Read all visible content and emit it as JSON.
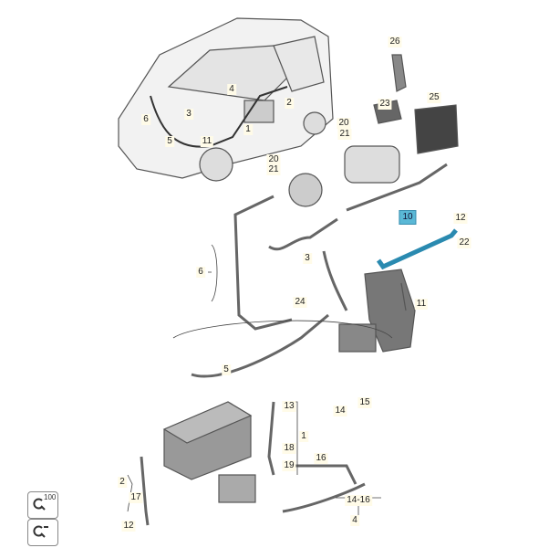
{
  "diagram": {
    "selected_label": "10",
    "labels": [
      {
        "id": "l26",
        "text": "26"
      },
      {
        "id": "l2a",
        "text": "2"
      },
      {
        "id": "l4a",
        "text": "4"
      },
      {
        "id": "l23",
        "text": "23"
      },
      {
        "id": "l25",
        "text": "25"
      },
      {
        "id": "l3a",
        "text": "3"
      },
      {
        "id": "l6a",
        "text": "6"
      },
      {
        "id": "l5a",
        "text": "5"
      },
      {
        "id": "l1a",
        "text": "1"
      },
      {
        "id": "l11a",
        "text": "11"
      },
      {
        "id": "l20a",
        "text": "20"
      },
      {
        "id": "l21a",
        "text": "21"
      },
      {
        "id": "l20b",
        "text": "20"
      },
      {
        "id": "l21b",
        "text": "21"
      },
      {
        "id": "l10",
        "text": "10"
      },
      {
        "id": "l12a",
        "text": "12"
      },
      {
        "id": "l22",
        "text": "22"
      },
      {
        "id": "l6b",
        "text": "6"
      },
      {
        "id": "l3b",
        "text": "3"
      },
      {
        "id": "l11b",
        "text": "11"
      },
      {
        "id": "l24",
        "text": "24"
      },
      {
        "id": "l5b",
        "text": "5"
      },
      {
        "id": "l14",
        "text": "14"
      },
      {
        "id": "l15",
        "text": "15"
      },
      {
        "id": "l13",
        "text": "13"
      },
      {
        "id": "l1b",
        "text": "1"
      },
      {
        "id": "l18",
        "text": "18"
      },
      {
        "id": "l19",
        "text": "19"
      },
      {
        "id": "l16",
        "text": "16"
      },
      {
        "id": "l2b",
        "text": "2"
      },
      {
        "id": "l17",
        "text": "17"
      },
      {
        "id": "l12b",
        "text": "12"
      },
      {
        "id": "l1416",
        "text": "14-16"
      },
      {
        "id": "l4b",
        "text": "4"
      }
    ]
  },
  "controls": {
    "zoom_in_badge": "100",
    "highlight_color": "#5ab8d6"
  }
}
